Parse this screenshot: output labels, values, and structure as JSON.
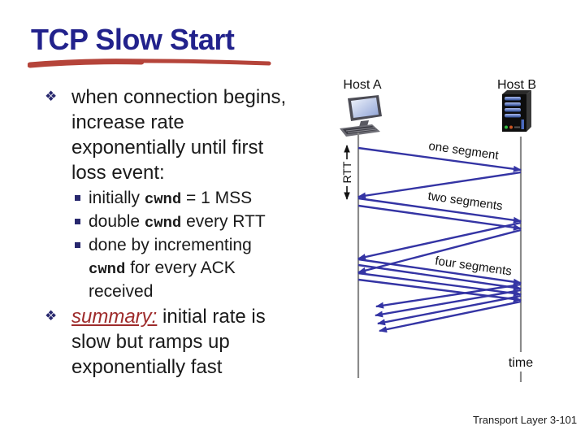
{
  "slide": {
    "title": "TCP Slow Start",
    "footer": "Transport Layer 3-101"
  },
  "bullets": {
    "b1": {
      "marker": "❖",
      "text": "when connection begins,\nincrease rate\nexponentially until first\nloss event:"
    },
    "sub": [
      {
        "pre": "initially ",
        "code": "cwnd",
        "post": " = 1 MSS"
      },
      {
        "pre": "double ",
        "code": "cwnd",
        "post": " every RTT"
      },
      {
        "pre": "done by incrementing\n",
        "code": "cwnd",
        "post": " for every ACK\nreceived"
      }
    ],
    "b2": {
      "marker": "❖",
      "highlight": "summary:",
      "text": " initial rate is\nslow but ramps up\nexponentially fast"
    }
  },
  "diagram": {
    "host_a_label": "Host A",
    "host_b_label": "Host B",
    "rtt_label": "RTT",
    "time_label": "time",
    "rounds": [
      {
        "label": "one segment",
        "segments": 1
      },
      {
        "label": "two segments",
        "segments": 2
      },
      {
        "label": "four segments",
        "segments": 4
      }
    ]
  },
  "colors": {
    "title": "#22228C",
    "underline": "#B5443A",
    "bullet_marker": "#28286E",
    "summary_red": "#9E2B2B",
    "arrow_blue": "#3434A4",
    "timeline_gray": "#8A8A8A"
  }
}
